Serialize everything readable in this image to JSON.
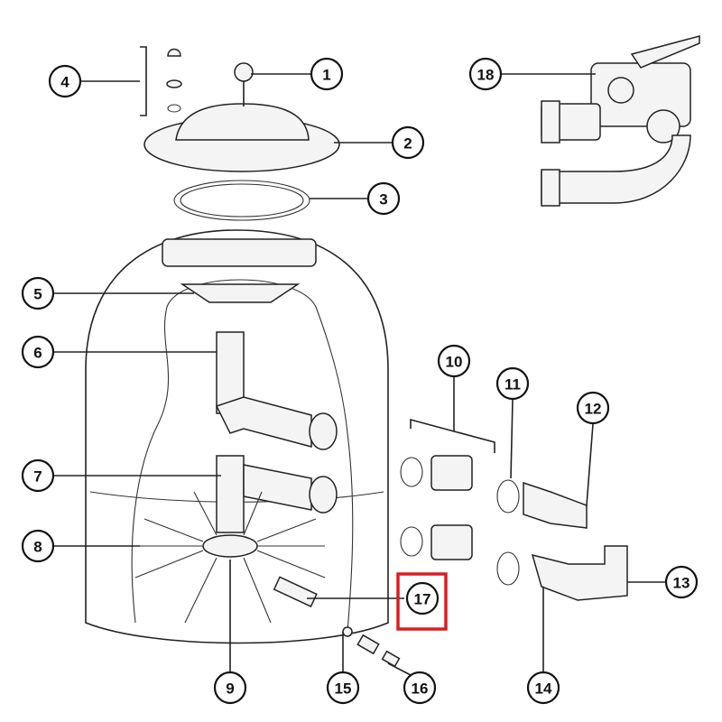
{
  "diagram": {
    "callouts": [
      {
        "id": "1",
        "label": "1"
      },
      {
        "id": "2",
        "label": "2"
      },
      {
        "id": "3",
        "label": "3"
      },
      {
        "id": "4",
        "label": "4"
      },
      {
        "id": "5",
        "label": "5"
      },
      {
        "id": "6",
        "label": "6"
      },
      {
        "id": "7",
        "label": "7"
      },
      {
        "id": "8",
        "label": "8"
      },
      {
        "id": "9",
        "label": "9"
      },
      {
        "id": "10",
        "label": "10"
      },
      {
        "id": "11",
        "label": "11"
      },
      {
        "id": "12",
        "label": "12"
      },
      {
        "id": "13",
        "label": "13"
      },
      {
        "id": "14",
        "label": "14"
      },
      {
        "id": "15",
        "label": "15"
      },
      {
        "id": "16",
        "label": "16"
      },
      {
        "id": "17",
        "label": "17"
      },
      {
        "id": "18",
        "label": "18"
      }
    ],
    "highlight": {
      "callout": "17",
      "color": "#d81e1e"
    }
  }
}
